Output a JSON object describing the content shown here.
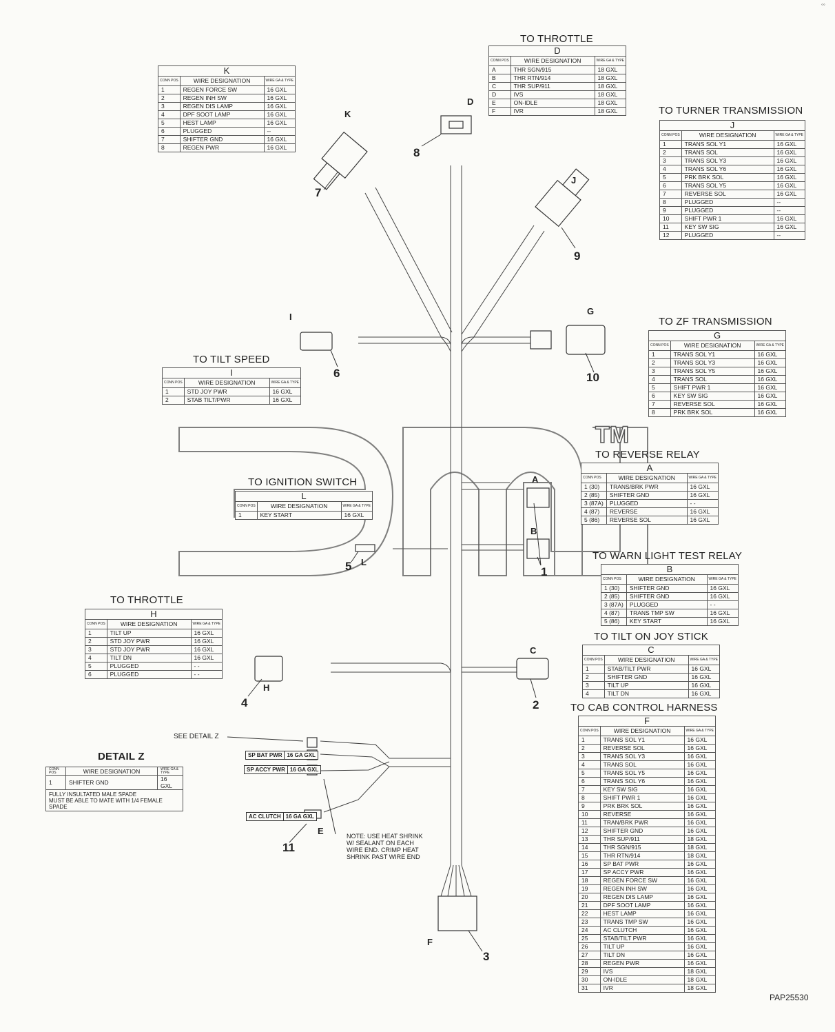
{
  "connectors": {
    "D": {
      "title": "TO THROTTLE",
      "letter": "D",
      "hdr_pos": "CONN POS",
      "hdr_wire": "WIRE DESIGNATION",
      "hdr_ga": "WIRE GA & TYPE",
      "rows": [
        [
          "A",
          "THR SGN/915",
          "18 GXL"
        ],
        [
          "B",
          "THR RTN/914",
          "18 GXL"
        ],
        [
          "C",
          "THR SUP/911",
          "18 GXL"
        ],
        [
          "D",
          "IVS",
          "18 GXL"
        ],
        [
          "E",
          "ON-IDLE",
          "18 GXL"
        ],
        [
          "F",
          "IVR",
          "18 GXL"
        ]
      ]
    },
    "K": {
      "title": "",
      "letter": "K",
      "hdr_pos": "CONN POS",
      "hdr_wire": "WIRE DESIGNATION",
      "hdr_ga": "WIRE GA & TYPE",
      "rows": [
        [
          "1",
          "REGEN FORCE SW",
          "16 GXL"
        ],
        [
          "2",
          "REGEN INH SW",
          "16 GXL"
        ],
        [
          "3",
          "REGEN DIS LAMP",
          "16 GXL"
        ],
        [
          "4",
          "DPF SOOT LAMP",
          "16 GXL"
        ],
        [
          "5",
          "HEST LAMP",
          "16 GXL"
        ],
        [
          "6",
          "PLUGGED",
          "--"
        ],
        [
          "7",
          "SHIFTER GND",
          "16 GXL"
        ],
        [
          "8",
          "REGEN PWR",
          "16 GXL"
        ]
      ]
    },
    "J": {
      "title": "TO TURNER TRANSMISSION",
      "letter": "J",
      "hdr_pos": "CONN POS",
      "hdr_wire": "WIRE DESIGNATION",
      "hdr_ga": "WIRE GA & TYPE",
      "rows": [
        [
          "1",
          "TRANS SOL Y1",
          "16 GXL"
        ],
        [
          "2",
          "TRANS SOL",
          "16 GXL"
        ],
        [
          "3",
          "TRANS SOL Y3",
          "16 GXL"
        ],
        [
          "4",
          "TRANS SOL Y6",
          "16 GXL"
        ],
        [
          "5",
          "PRK BRK SOL",
          "16 GXL"
        ],
        [
          "6",
          "TRANS SOL Y5",
          "16 GXL"
        ],
        [
          "7",
          "REVERSE SOL",
          "16 GXL"
        ],
        [
          "8",
          "PLUGGED",
          "--"
        ],
        [
          "9",
          "PLUGGED",
          "--"
        ],
        [
          "10",
          "SHIFT PWR 1",
          "16 GXL"
        ],
        [
          "11",
          "KEY SW SIG",
          "16 GXL"
        ],
        [
          "12",
          "PLUGGED",
          "--"
        ]
      ]
    },
    "G": {
      "title": "TO ZF TRANSMISSION",
      "letter": "G",
      "hdr_pos": "CONN POS",
      "hdr_wire": "WIRE DESIGNATION",
      "hdr_ga": "WIRE GA & TYPE",
      "rows": [
        [
          "1",
          "TRANS SOL Y1",
          "16 GXL"
        ],
        [
          "2",
          "TRANS SOL Y3",
          "16 GXL"
        ],
        [
          "3",
          "TRANS SOL Y5",
          "16 GXL"
        ],
        [
          "4",
          "TRANS SOL",
          "16 GXL"
        ],
        [
          "5",
          "SHIFT PWR 1",
          "16 GXL"
        ],
        [
          "6",
          "KEY SW SIG",
          "16 GXL"
        ],
        [
          "7",
          "REVERSE SOL",
          "16 GXL"
        ],
        [
          "8",
          "PRK BRK SOL",
          "16 GXL"
        ]
      ]
    },
    "I": {
      "title": "TO TILT SPEED",
      "letter": "I",
      "hdr_pos": "CONN POS",
      "hdr_wire": "WIRE DESIGNATION",
      "hdr_ga": "WIRE GA & TYPE",
      "rows": [
        [
          "1",
          "STD JOY PWR",
          "16 GXL"
        ],
        [
          "2",
          "STAB TILT/PWR",
          "16 GXL"
        ]
      ]
    },
    "A": {
      "title": "TO REVERSE RELAY",
      "letter": "A",
      "hdr_pos": "CONN POS",
      "hdr_wire": "WIRE DESIGNATION",
      "hdr_ga": "WIRE GA & TYPE",
      "rows": [
        [
          "1 (30)",
          "TRANS/BRK PWR",
          "16 GXL"
        ],
        [
          "2 (85)",
          "SHIFTER GND",
          "16 GXL"
        ],
        [
          "3 (87A)",
          "PLUGGED",
          "- -"
        ],
        [
          "4 (87)",
          "REVERSE",
          "16 GXL"
        ],
        [
          "5 (86)",
          "REVERSE SOL",
          "16 GXL"
        ]
      ]
    },
    "L": {
      "title": "TO IGNITION SWITCH",
      "letter": "L",
      "hdr_pos": "CONN POS",
      "hdr_wire": "WIRE DESIGNATION",
      "hdr_ga": "WIRE GA & TYPE",
      "rows": [
        [
          "1",
          "KEY START",
          "16 GXL"
        ]
      ]
    },
    "B": {
      "title": "TO WARN LIGHT TEST RELAY",
      "letter": "B",
      "hdr_pos": "CONN POS",
      "hdr_wire": "WIRE DESIGNATION",
      "hdr_ga": "WIRE GA & TYPE",
      "rows": [
        [
          "1 (30)",
          "SHIFTER GND",
          "16 GXL"
        ],
        [
          "2 (85)",
          "SHIFTER GND",
          "16 GXL"
        ],
        [
          "3 (87A)",
          "PLUGGED",
          "- -"
        ],
        [
          "4 (87)",
          "TRANS TMP SW",
          "16 GXL"
        ],
        [
          "5 (86)",
          "KEY START",
          "16 GXL"
        ]
      ]
    },
    "H": {
      "title": "TO THROTTLE",
      "letter": "H",
      "hdr_pos": "CONN POS",
      "hdr_wire": "WIRE DESIGNATION",
      "hdr_ga": "WIRE GA & TYPE",
      "rows": [
        [
          "1",
          "TILT UP",
          "16 GXL"
        ],
        [
          "2",
          "STD JOY PWR",
          "16 GXL"
        ],
        [
          "3",
          "STD JOY PWR",
          "16 GXL"
        ],
        [
          "4",
          "TILT DN",
          "16 GXL"
        ],
        [
          "5",
          "PLUGGED",
          "- -"
        ],
        [
          "6",
          "PLUGGED",
          "- -"
        ]
      ]
    },
    "C": {
      "title": "TO TILT ON JOY STICK",
      "letter": "C",
      "hdr_pos": "CONN POS",
      "hdr_wire": "WIRE DESIGNATION",
      "hdr_ga": "WIRE GA & TYPE",
      "rows": [
        [
          "1",
          "STAB/TILT PWR",
          "16 GXL"
        ],
        [
          "2",
          "SHIFTER GND",
          "16 GXL"
        ],
        [
          "3",
          "TILT UP",
          "16 GXL"
        ],
        [
          "4",
          "TILT DN",
          "16 GXL"
        ]
      ]
    },
    "F": {
      "title": "TO CAB CONTROL HARNESS",
      "letter": "F",
      "hdr_pos": "CONN POS",
      "hdr_wire": "WIRE DESIGNATION",
      "hdr_ga": "WIRE GA & TYPE",
      "rows": [
        [
          "1",
          "TRANS SOL Y1",
          "16 GXL"
        ],
        [
          "2",
          "REVERSE SOL",
          "16 GXL"
        ],
        [
          "3",
          "TRANS SOL Y3",
          "16 GXL"
        ],
        [
          "4",
          "TRANS SOL",
          "16 GXL"
        ],
        [
          "5",
          "TRANS SOL Y5",
          "16 GXL"
        ],
        [
          "6",
          "TRANS SOL Y6",
          "16 GXL"
        ],
        [
          "7",
          "KEY SW SIG",
          "16 GXL"
        ],
        [
          "8",
          "SHIFT PWR 1",
          "16 GXL"
        ],
        [
          "9",
          "PRK BRK SOL",
          "16 GXL"
        ],
        [
          "10",
          "REVERSE",
          "16 GXL"
        ],
        [
          "11",
          "TRAN/BRK PWR",
          "16 GXL"
        ],
        [
          "12",
          "SHIFTER GND",
          "16 GXL"
        ],
        [
          "13",
          "THR SUP/911",
          "18 GXL"
        ],
        [
          "14",
          "THR SGN/915",
          "18 GXL"
        ],
        [
          "15",
          "THR RTN/914",
          "18 GXL"
        ],
        [
          "16",
          "SP BAT PWR",
          "16 GXL"
        ],
        [
          "17",
          "SP ACCY PWR",
          "16 GXL"
        ],
        [
          "18",
          "REGEN FORCE SW",
          "16 GXL"
        ],
        [
          "19",
          "REGEN INH SW",
          "16 GXL"
        ],
        [
          "20",
          "REGEN DIS LAMP",
          "16 GXL"
        ],
        [
          "21",
          "DPF SOOT LAMP",
          "16 GXL"
        ],
        [
          "22",
          "HEST LAMP",
          "16 GXL"
        ],
        [
          "23",
          "TRANS TMP SW",
          "16 GXL"
        ],
        [
          "24",
          "AC CLUTCH",
          "16 GXL"
        ],
        [
          "25",
          "STAB/TILT PWR",
          "16 GXL"
        ],
        [
          "26",
          "TILT UP",
          "16 GXL"
        ],
        [
          "27",
          "TILT DN",
          "16 GXL"
        ],
        [
          "28",
          "REGEN PWR",
          "16 GXL"
        ],
        [
          "29",
          "IVS",
          "18 GXL"
        ],
        [
          "30",
          "ON-IDLE",
          "18 GXL"
        ],
        [
          "31",
          "IVR",
          "18 GXL"
        ]
      ]
    }
  },
  "detail_z": {
    "title": "DETAIL Z",
    "hdr_pos": "CONN POS",
    "hdr_wire": "WIRE DESIGNATION",
    "hdr_ga": "WIRE GA & TYPE",
    "row": [
      "1",
      "SHIFTER GND",
      "16 GXL"
    ],
    "note": "FULLY INSULTATED MALE SPADE\nMUST BE ABLE TO MATE WITH 1/4 FEMALE\nSPADE"
  },
  "see_detail": "SEE DETAIL Z",
  "tags": {
    "sp_bat": [
      "SP BAT PWR",
      "16 GA GXL"
    ],
    "sp_accy": [
      "SP ACCY PWR",
      "16 GA GXL"
    ],
    "ac_clutch": [
      "AC CLUTCH",
      "16 GA GXL"
    ]
  },
  "heat_note": "NOTE: USE HEAT SHRINK\nW/ SEALANT ON EACH\nWIRE END. CRIMP HEAT\nSHRINK PAST WIRE END",
  "callouts": [
    "1",
    "2",
    "3",
    "4",
    "5",
    "6",
    "7",
    "8",
    "9",
    "10",
    "11"
  ],
  "conn_letters": {
    "D": "D",
    "K": "K",
    "J": "J",
    "I": "I",
    "G": "G",
    "A": "A",
    "B": "B",
    "L": "L",
    "H": "H",
    "C": "C",
    "E": "E",
    "F": "F"
  },
  "watermark": {
    "text": "3mcb",
    "tm": "TM"
  },
  "part_number": "PAP25530",
  "corner_mark": "◦◦"
}
